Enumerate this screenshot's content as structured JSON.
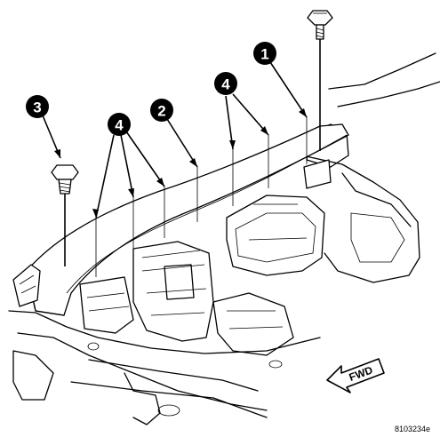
{
  "callouts": {
    "c1": "1",
    "c2": "2",
    "c3": "3",
    "c4a": "4",
    "c4b": "4"
  },
  "fwd_label": "FWD",
  "figure_code": "8103234e"
}
